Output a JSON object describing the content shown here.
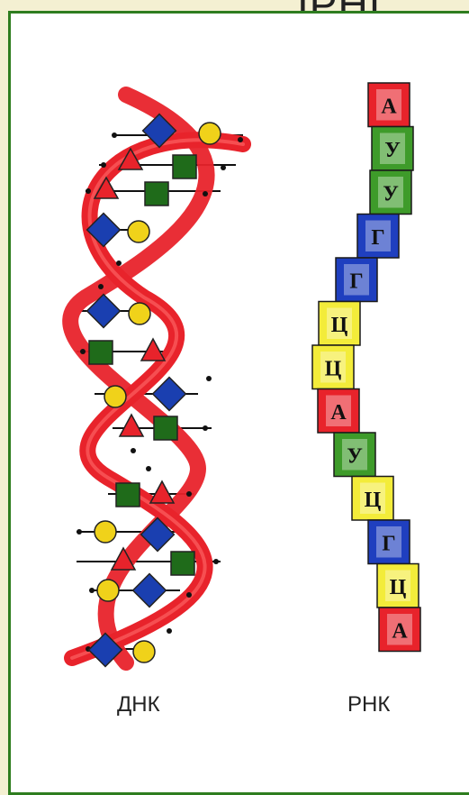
{
  "header": {
    "title_fragment": "ІРНІ"
  },
  "labels": {
    "dna": "ДНК",
    "rna": "РНК"
  },
  "rna": {
    "bases": [
      "А",
      "У",
      "У",
      "Г",
      "Г",
      "Ц",
      "Ц",
      "А",
      "У",
      "Ц",
      "Г",
      "Ц",
      "А"
    ],
    "colors": {
      "А": "#e8232b",
      "У": "#3e9b2a",
      "Г": "#1f3fbf",
      "Ц": "#f3ec3a"
    }
  },
  "dna": {
    "strand_color": "#e8232b",
    "base_colors": {
      "diamond": "#1a3fb0",
      "circle": "#f0d21a",
      "triangle": "#e8232b",
      "square": "#1f6b1a"
    }
  }
}
